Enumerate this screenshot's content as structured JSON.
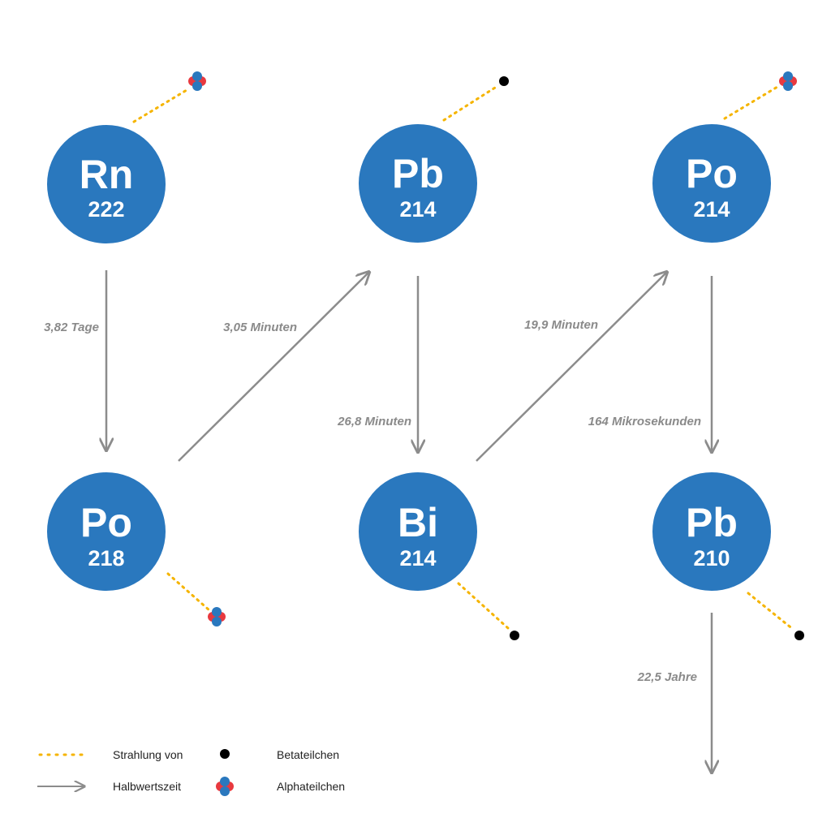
{
  "colors": {
    "node": "#2a78be",
    "arrow": "#8c8c8c",
    "radiation": "#f5b400",
    "beta": "#000000",
    "alpha_red": "#e8393f",
    "alpha_blue": "#2a78be"
  },
  "nodes": [
    {
      "id": "rn222",
      "symbol": "Rn",
      "mass": "222",
      "emits": "alpha"
    },
    {
      "id": "pb214",
      "symbol": "Pb",
      "mass": "214",
      "emits": "beta"
    },
    {
      "id": "po214",
      "symbol": "Po",
      "mass": "214",
      "emits": "alpha"
    },
    {
      "id": "po218",
      "symbol": "Po",
      "mass": "218",
      "emits": "alpha"
    },
    {
      "id": "bi214",
      "symbol": "Bi",
      "mass": "214",
      "emits": "beta"
    },
    {
      "id": "pb210",
      "symbol": "Pb",
      "mass": "210",
      "emits": "beta"
    }
  ],
  "transitions": [
    {
      "from": "rn222",
      "to": "po218",
      "half_life": "3,82 Tage"
    },
    {
      "from": "po218",
      "to": "pb214",
      "half_life": "3,05 Minuten"
    },
    {
      "from": "pb214",
      "to": "bi214",
      "half_life": "26,8 Minuten"
    },
    {
      "from": "bi214",
      "to": "po214",
      "half_life": "19,9 Minuten"
    },
    {
      "from": "po214",
      "to": "pb210",
      "half_life": "164 Mikrosekunden"
    },
    {
      "from": "pb210",
      "to": "",
      "half_life": "22,5 Jahre"
    }
  ],
  "legend": {
    "radiation_label": "Strahlung von",
    "halflife_label": "Halbwertszeit",
    "beta_label": "Betateilchen",
    "alpha_label": "Alphateilchen"
  }
}
